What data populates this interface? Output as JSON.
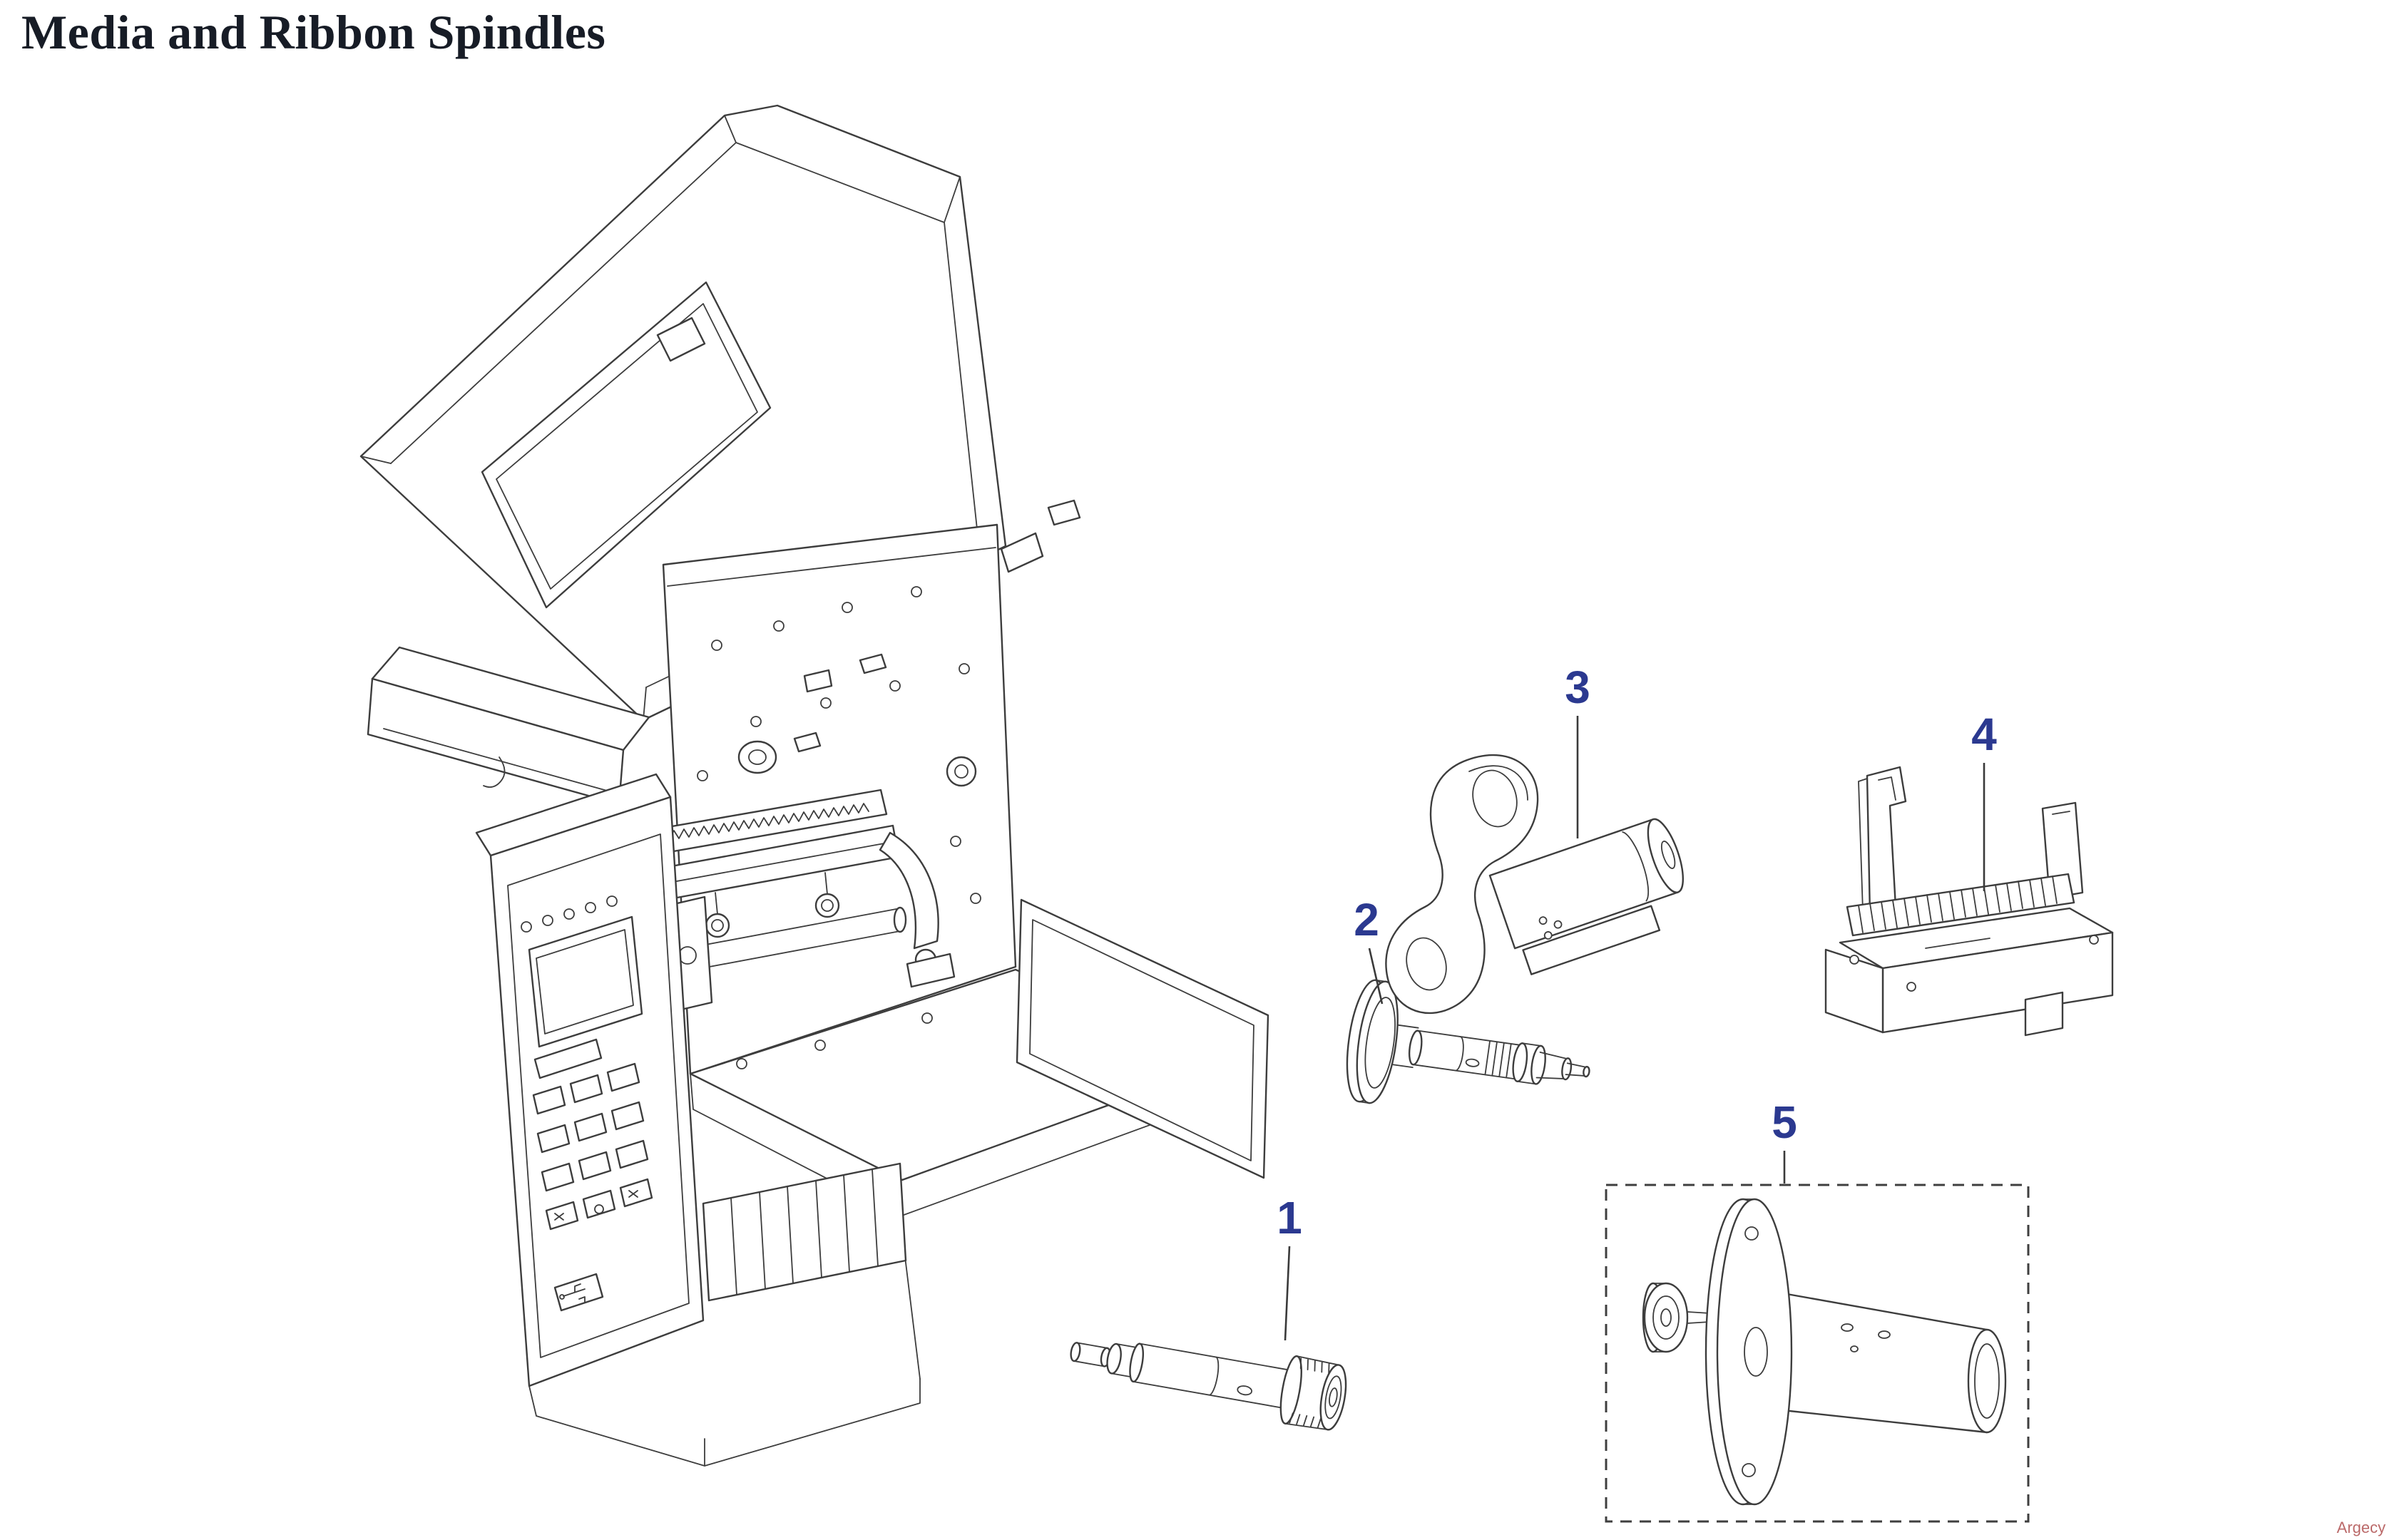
{
  "page": {
    "title": "Media and Ribbon Spindles",
    "watermark": "Argecy",
    "background_color": "#ffffff"
  },
  "diagram": {
    "kind": "exploded-parts-line-drawing",
    "subject": "industrial label printer shown with cover open and five numbered spindle and bracket parts",
    "callouts": [
      {
        "number": "1"
      },
      {
        "number": "2"
      },
      {
        "number": "3"
      },
      {
        "number": "4"
      },
      {
        "number": "5"
      }
    ],
    "part5_box_style": "dashed",
    "colors": {
      "callout_number": "#2b3990",
      "leader_line": "#3a3a3a",
      "line_art": "#3d3d3d",
      "title_text": "#171c26",
      "watermark_text": "#bb6a6a"
    }
  }
}
